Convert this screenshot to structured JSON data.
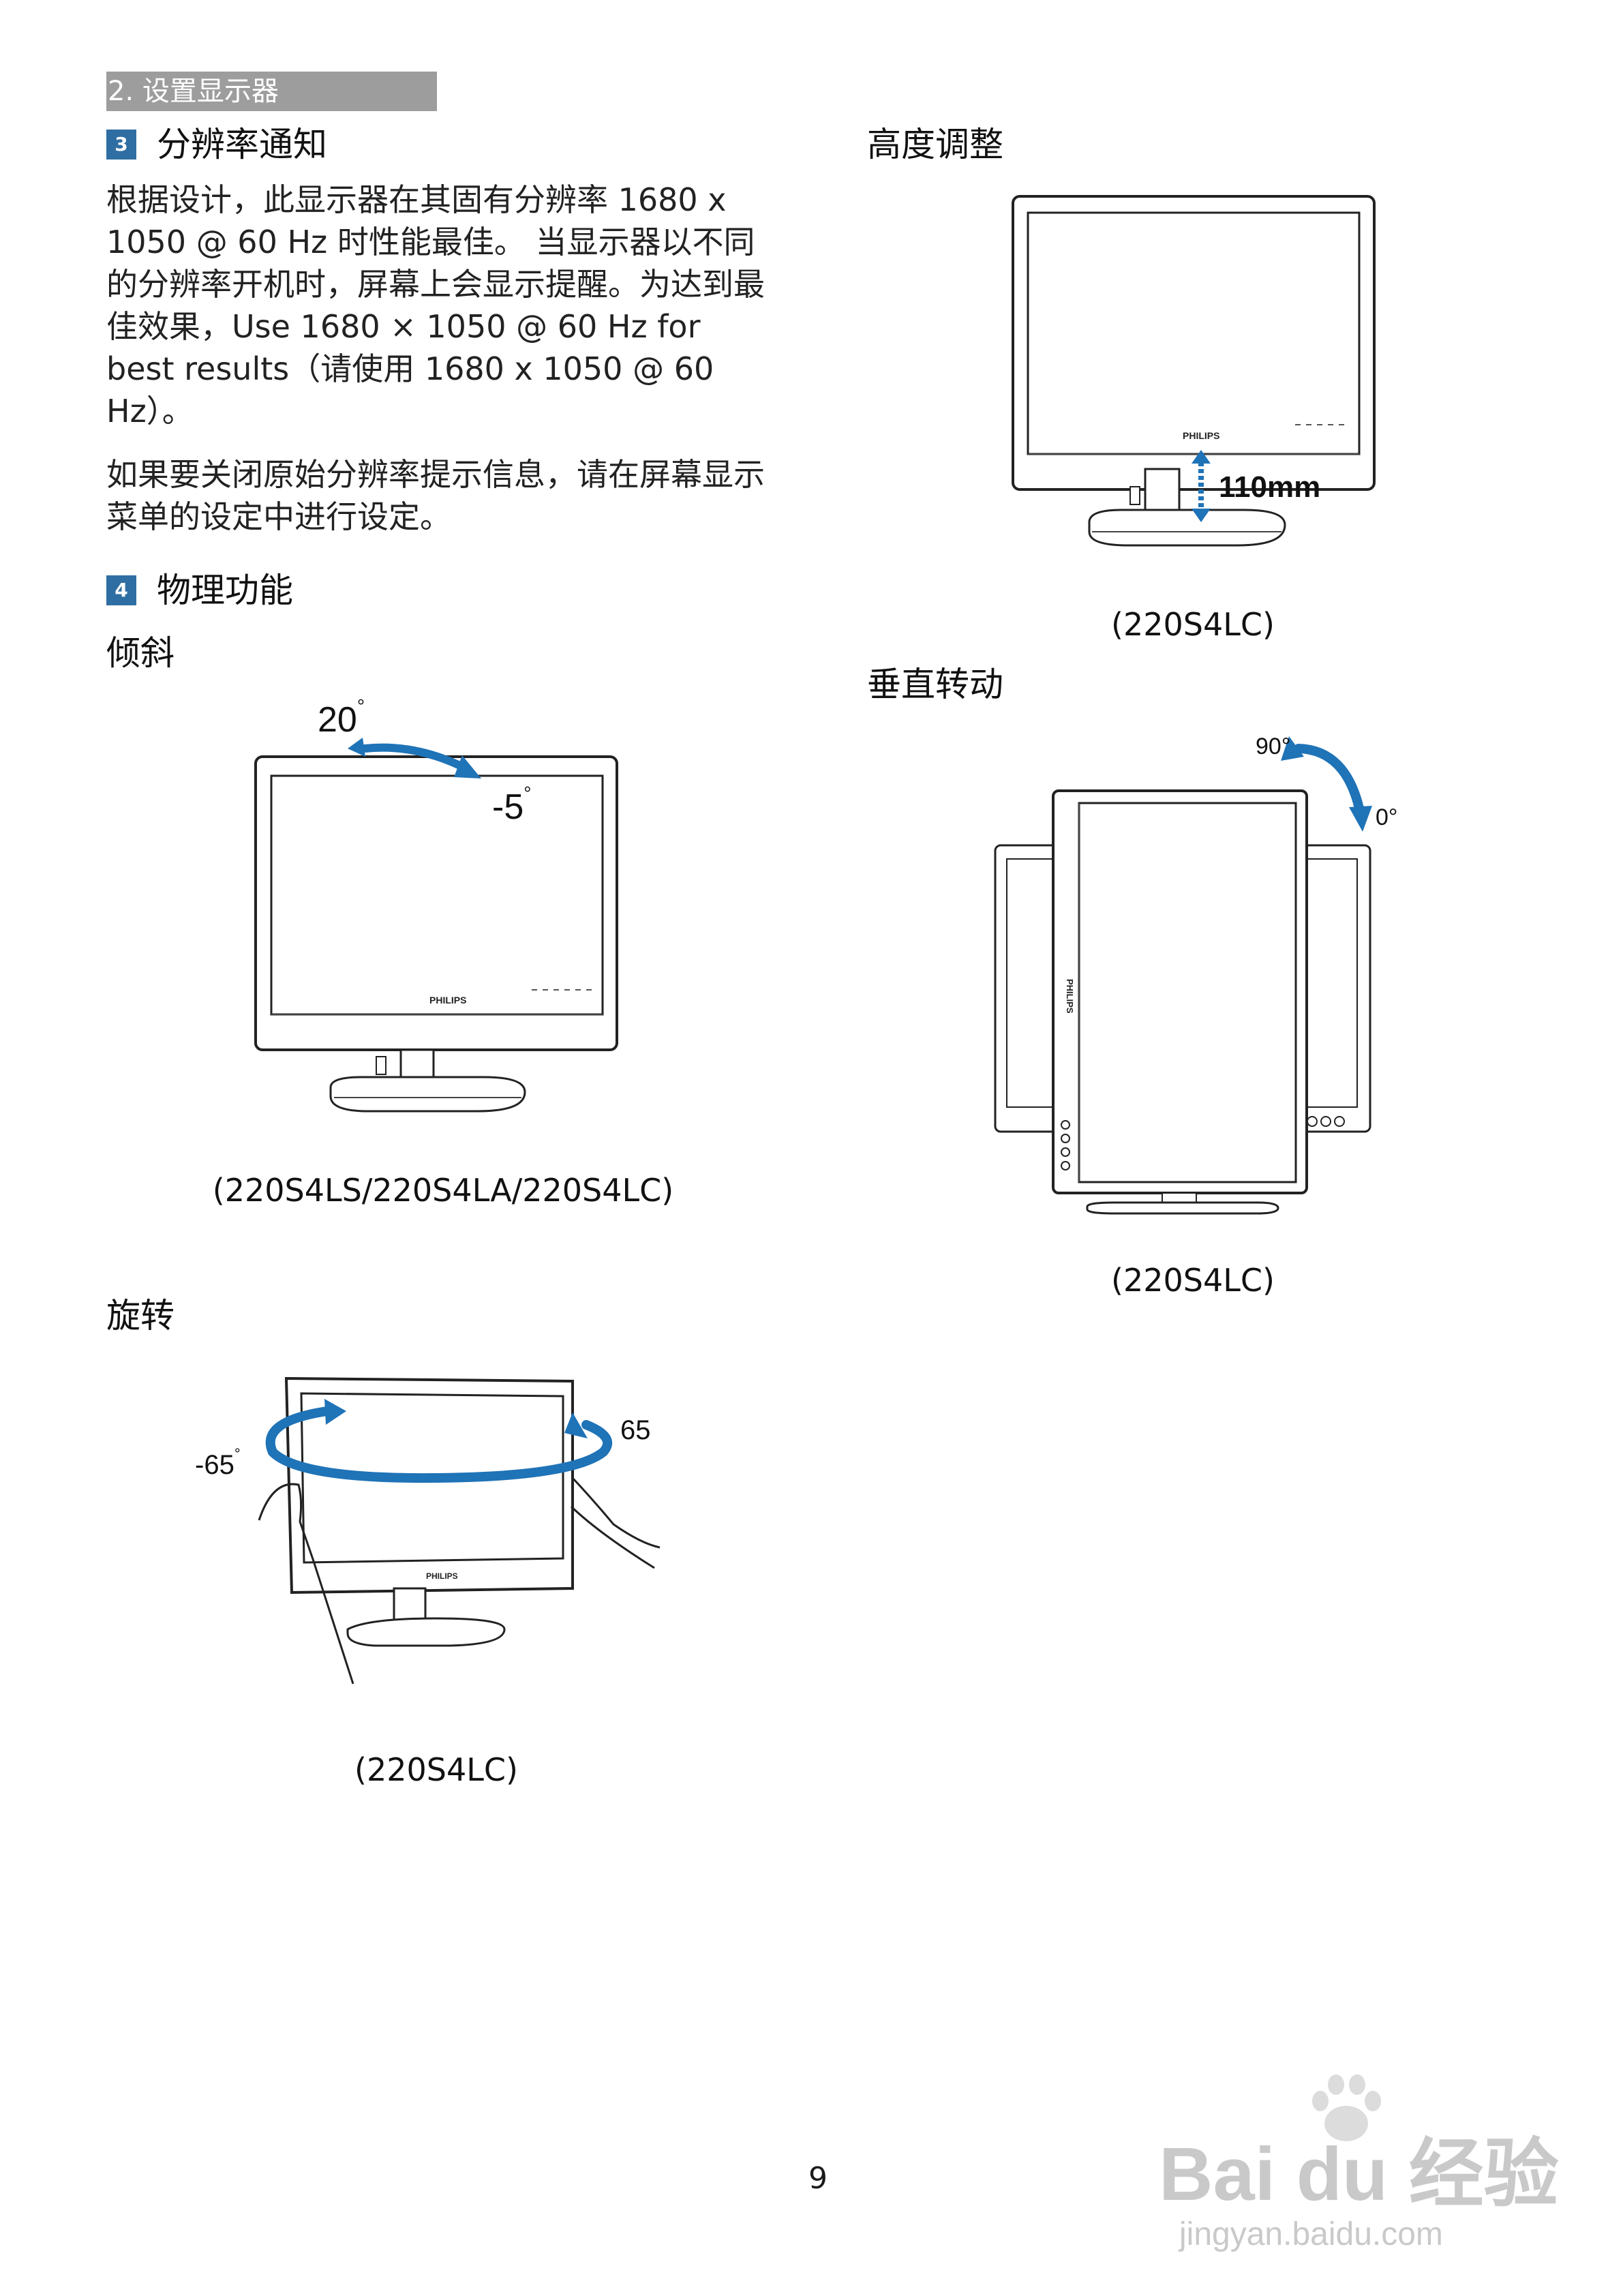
{
  "section_header": "2. 设置显示器",
  "resolution": {
    "number": "3",
    "heading": "分辨率通知",
    "paragraphs": [
      "根据设计，此显示器在其固有分辨率 1680 x 1050 @ 60 Hz 时性能最佳。 当显示器以不同的分辨率开机时，屏幕上会显示提醒。为达到最佳效果，Use 1680 × 1050 @ 60 Hz for best results（请使用 1680 x 1050 @ 60 Hz）。",
      "如果要关闭原始分辨率提示信息，请在屏幕显示菜单的设定中进行设定。"
    ]
  },
  "physical": {
    "number": "4",
    "heading": "物理功能"
  },
  "tilt": {
    "title": "倾斜",
    "angle_top": "20",
    "angle_bottom": "-5",
    "caption": "(220S4LS/220S4LA/220S4LC)"
  },
  "swivel": {
    "title": "旋转",
    "angle_left": "-65",
    "angle_right": "65",
    "caption": "(220S4LC)"
  },
  "height": {
    "title": "高度调整",
    "measure": "110mm",
    "caption": "(220S4LC)"
  },
  "pivot": {
    "title": "垂直转动",
    "angle_top": "90°",
    "angle_right": "0°",
    "caption": "(220S4LC)"
  },
  "brand": "PHILIPS",
  "page_number": "9",
  "watermark": {
    "logo": "Bai du 经验",
    "url": "jingyan.baidu.com"
  },
  "colors": {
    "arrow_blue": "#1f73b7",
    "section_bar": "#9d9d9d",
    "number_box": "#2f6ea3"
  }
}
